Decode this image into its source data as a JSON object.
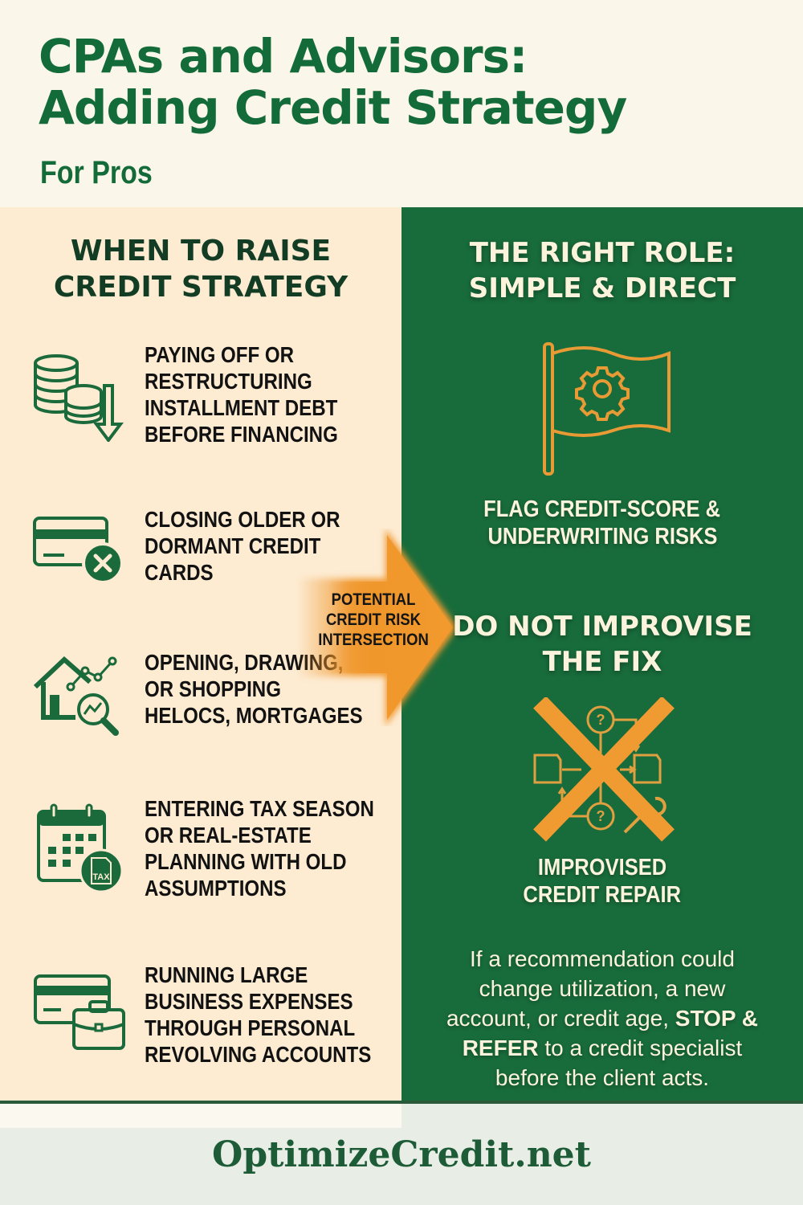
{
  "header": {
    "title_line1": "CPAs and Advisors:",
    "title_line2": "Adding Credit Strategy",
    "subtitle": "For Pros"
  },
  "left": {
    "heading_line1": "WHEN TO RAISE",
    "heading_line2": "CREDIT STRATEGY",
    "items": [
      {
        "icon": "coins-down-arrow-icon",
        "label": "PAYING OFF OR\nRESTRUCTURING\nINSTALLMENT DEBT\nBEFORE FINANCING"
      },
      {
        "icon": "credit-card-x-icon",
        "label": "CLOSING OLDER OR\nDORMANT CREDIT\nCARDS"
      },
      {
        "icon": "house-chart-magnifier-icon",
        "label": "OPENING, DRAWING,\nOR SHOPPING\nHELOCS, MORTGAGES"
      },
      {
        "icon": "calendar-tax-icon",
        "label": "ENTERING TAX SEASON\nOR REAL-ESTATE\nPLANNING WITH OLD\nASSUMPTIONS"
      },
      {
        "icon": "credit-card-briefcase-icon",
        "label": "RUNNING LARGE\nBUSINESS EXPENSES\nTHROUGH PERSONAL\nREVOLVING ACCOUNTS"
      }
    ]
  },
  "arrow": {
    "line1": "POTENTIAL",
    "line2": "CREDIT RISK",
    "line3": "INTERSECTION"
  },
  "right": {
    "heading1_line1": "THE RIGHT ROLE:",
    "heading1_line2": "SIMPLE & DIRECT",
    "flag_caption_line1": "FLAG CREDIT-SCORE &",
    "flag_caption_line2": "UNDERWRITING RISKS",
    "heading2_line1": "DO NOT IMPROVISE",
    "heading2_line2": "THE FIX",
    "repair_caption_line1": "IMPROVISED",
    "repair_caption_line2": "CREDIT REPAIR",
    "body_part1": "If a recommendation could change utilization, a new account, or credit age, ",
    "body_emphasis": "STOP & REFER",
    "body_part2": " to a credit specialist before the client acts."
  },
  "footer": {
    "brand": "OptimizeCredit.net"
  },
  "colors": {
    "brand_green": "#146b3a",
    "panel_green": "#186b3b",
    "cream": "#fdebd2",
    "accent_orange": "#f0962a",
    "text_light": "#fbf3dc"
  }
}
